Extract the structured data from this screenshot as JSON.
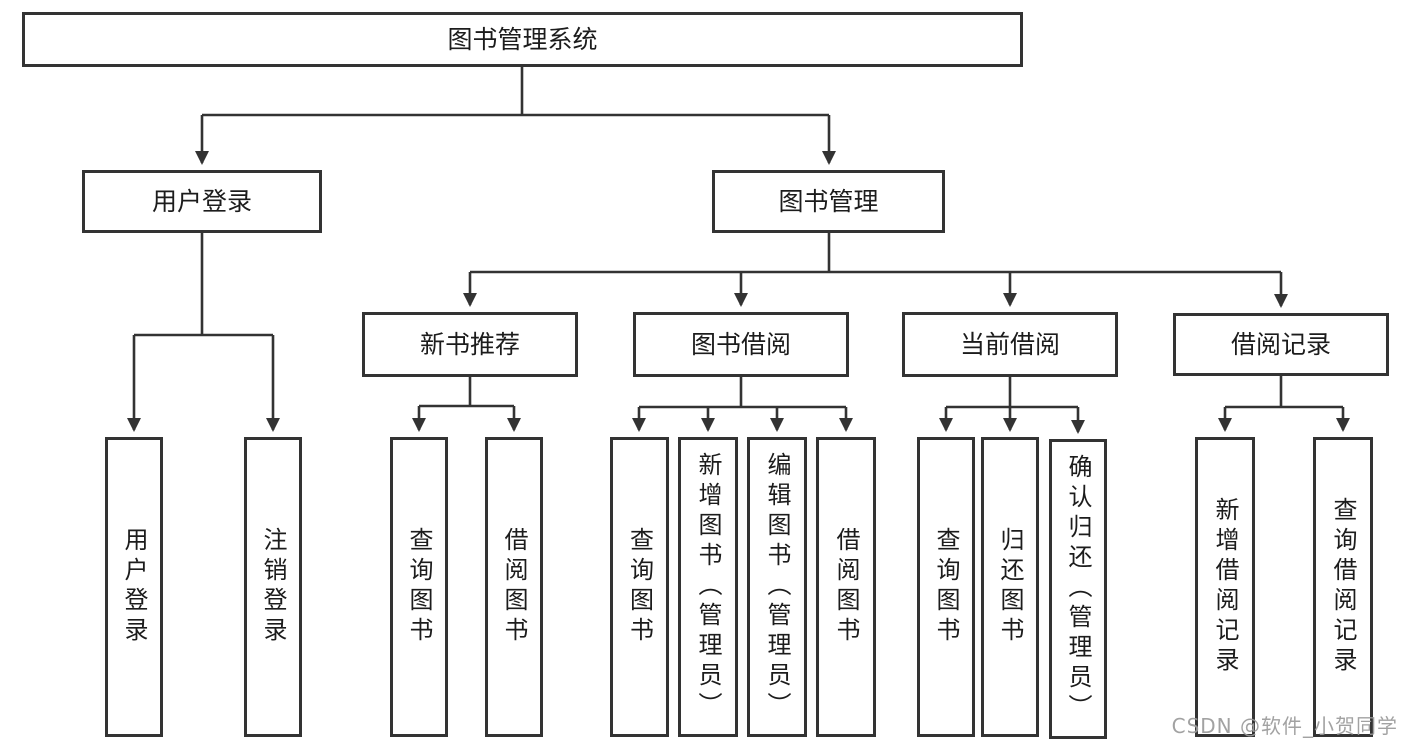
{
  "tree": {
    "root": {
      "label": "图书管理系统"
    },
    "children": [
      {
        "label": "用户登录",
        "children": [
          {
            "label": "用户登录"
          },
          {
            "label": "注销登录"
          }
        ]
      },
      {
        "label": "图书管理",
        "children": [
          {
            "label": "新书推荐",
            "children": [
              {
                "label": "查询图书"
              },
              {
                "label": "借阅图书"
              }
            ]
          },
          {
            "label": "图书借阅",
            "children": [
              {
                "label": "查询图书"
              },
              {
                "label": "新增图书（管理员）"
              },
              {
                "label": "编辑图书（管理员）"
              },
              {
                "label": "借阅图书"
              }
            ]
          },
          {
            "label": "当前借阅",
            "children": [
              {
                "label": "查询图书"
              },
              {
                "label": "归还图书"
              },
              {
                "label": "确认归还（管理员）"
              }
            ]
          },
          {
            "label": "借阅记录",
            "children": [
              {
                "label": "新增借阅记录"
              },
              {
                "label": "查询借阅记录"
              }
            ]
          }
        ]
      }
    ]
  },
  "watermark": {
    "text": "CSDN @软件_小贺同学"
  },
  "colors": {
    "line": "#333333",
    "text": "#1c1c1c",
    "background": "#ffffff",
    "watermark": "#9b9b9b"
  }
}
